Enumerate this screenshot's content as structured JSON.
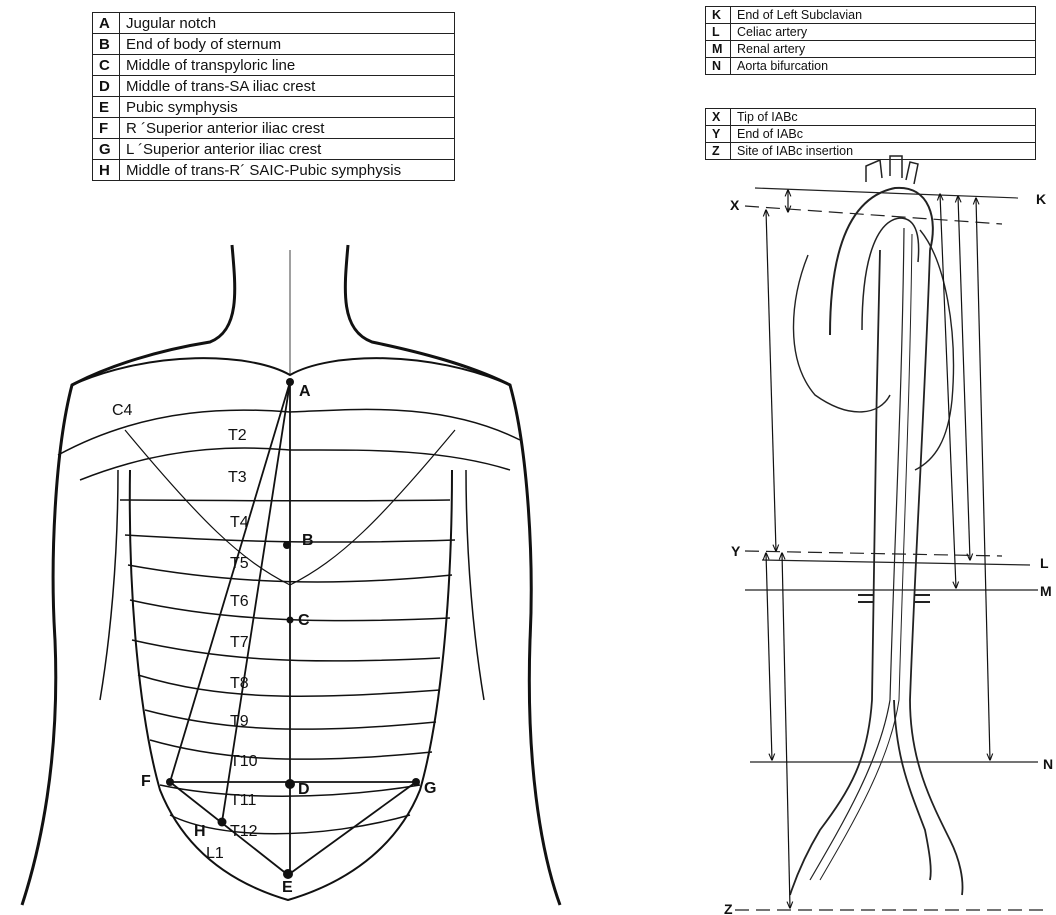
{
  "legend_landmarks": [
    {
      "key": "A",
      "text": "Jugular notch"
    },
    {
      "key": "B",
      "text": "End of body of sternum"
    },
    {
      "key": "C",
      "text": "Middle of transpyloric line"
    },
    {
      "key": "D",
      "text": "Middle of trans-SA iliac crest"
    },
    {
      "key": "E",
      "text": "Pubic symphysis"
    },
    {
      "key": "F",
      "text": "R ´Superior anterior iliac crest"
    },
    {
      "key": "G",
      "text": "L ´Superior anterior iliac crest"
    },
    {
      "key": "H",
      "text": "Middle of trans-R´ SAIC-Pubic symphysis"
    }
  ],
  "legend_arteries": [
    {
      "key": "K",
      "text": "End of Left Subclavian"
    },
    {
      "key": "L",
      "text": "Celiac artery"
    },
    {
      "key": "M",
      "text": "Renal artery"
    },
    {
      "key": "N",
      "text": "Aorta bifurcation"
    }
  ],
  "legend_iabc": [
    {
      "key": "X",
      "text": "Tip of IABc"
    },
    {
      "key": "Y",
      "text": "End of IABc"
    },
    {
      "key": "Z",
      "text": "Site of IABc insertion"
    }
  ],
  "torso_points": {
    "A": "A",
    "B": "B",
    "C": "C",
    "D": "D",
    "E": "E",
    "F": "F",
    "G": "G",
    "H": "H"
  },
  "vertebral_levels": {
    "C4": "C4",
    "T2": "T2",
    "T3": "T3",
    "T4": "T4",
    "T5": "T5",
    "T6": "T6",
    "T7": "T7",
    "T8": "T8",
    "T9": "T9",
    "T10": "T10",
    "T11": "T11",
    "T12": "T12",
    "L1": "L1"
  },
  "aorta_markers": {
    "K": "K",
    "L": "L",
    "M": "M",
    "N": "N",
    "X": "X",
    "Y": "Y",
    "Z": "Z"
  }
}
